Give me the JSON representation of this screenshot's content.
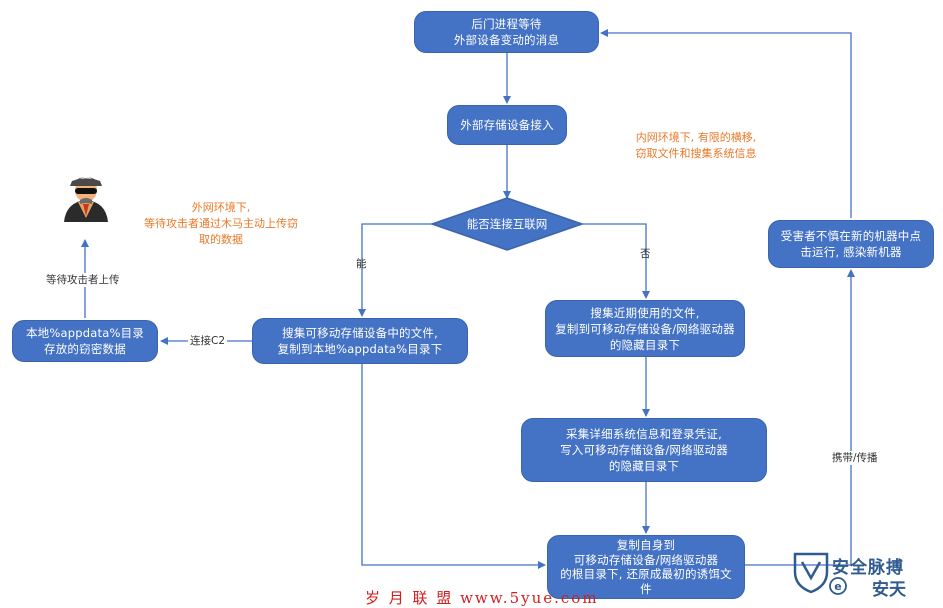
{
  "nodes": {
    "wait_msg": [
      "后门进程等待",
      "外部设备变动的消息"
    ],
    "device_connect": [
      "外部存储设备接入"
    ],
    "can_connect": "能否连接互联网",
    "collect_files_online": [
      "搜集可移动存储设备中的文件,",
      "复制到本地%appdata%目录下"
    ],
    "local_data": [
      "本地%appdata%目录",
      "存放的窃密数据"
    ],
    "collect_recent": [
      "搜集近期使用的文件,",
      "复制到可移动存储设备/网络驱动器",
      "的隐藏目录下"
    ],
    "collect_sysinfo": [
      "采集详细系统信息和登录凭证,",
      "写入可移动存储设备/网络驱动器",
      "的隐藏目录下"
    ],
    "copy_self": [
      "复制自身到",
      "可移动存储设备/网络驱动器",
      "的根目录下, 还原成最初的诱饵文",
      "件"
    ],
    "victim_run": [
      "受害者不慎在新的机器中点",
      "击运行, 感染新机器"
    ]
  },
  "notes": {
    "external": [
      "外网环境下,",
      "等待攻击者通过木马主动上传窃",
      "取的数据"
    ],
    "internal": [
      "内网环境下, 有限的横移,",
      "窃取文件和搜集系统信息"
    ]
  },
  "edge_labels": {
    "yes": "能",
    "no": "否",
    "c2": "连接C2",
    "upload": "等待攻击者上传",
    "carry": "携带/传播"
  },
  "icons": {
    "attacker": "hacker-icon"
  },
  "watermarks": {
    "left": "岁 月 联 盟   www.5yue.com",
    "right_main": "安全脉搏",
    "right_sub": "安天"
  },
  "colors": {
    "node_fill": "#4472c4",
    "edge": "#4472c4",
    "note": "#e97a2a"
  }
}
